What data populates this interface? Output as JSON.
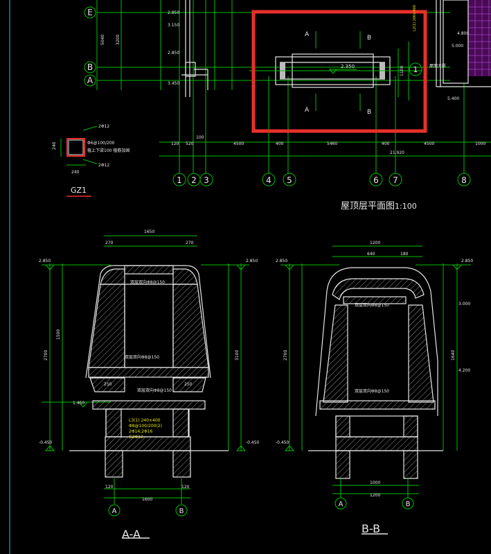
{
  "plan": {
    "title": "屋顶层平面图",
    "scale": "1:100",
    "grid_rows": [
      "E",
      "B",
      "A"
    ],
    "grid_cols": [
      "1",
      "2",
      "3",
      "4",
      "5",
      "6",
      "7",
      "8"
    ],
    "section_a": "A",
    "section_b": "B",
    "elev_roof": "2.350",
    "dim_total": "21.920",
    "dim_5460": "5460",
    "dim_4500": "4500",
    "dim_4500b": "4500",
    "dim_400a": "400",
    "dim_400b": "400",
    "dim_520": "520",
    "dim_120": "120",
    "dim_100": "100",
    "dim_1000": "1000",
    "dim_1100": "1100",
    "dim_5040": "5040",
    "dim_3200": "3200",
    "elev_left1": "2.850",
    "elev_left2": "3.150",
    "elev_left3": "2.850",
    "elev_left4": "3.450",
    "elev_right1": "5.000",
    "elev_right2": "5.400",
    "elev_right3": "4.800",
    "note_right": "屋面大样",
    "plan_col_note": "L2(1) 200×400"
  },
  "gz1": {
    "label": "GZ1",
    "top_bars": "2Φ12",
    "bottom_bars": "2Φ12",
    "stirrup": "Φ6@100/200",
    "note": "植上下梁100 植筋加固",
    "dim_w": "240",
    "dim_h": "240"
  },
  "section_aa": {
    "label": "A-A",
    "grid_left": "A",
    "grid_right": "B",
    "elev_top": "2.850",
    "elev_top_r": "2.850",
    "elev_bot": "-0.450",
    "elev_bot_r": "-0.450",
    "elev_mid": "1.450",
    "dim_top": "1650",
    "dim_top_a": "270",
    "dim_top_b": "270",
    "dim_bottom": "1600",
    "dim_bottom_a": "120",
    "dim_bottom_b": "120",
    "dim_h1": "2700",
    "dim_h2": "1500",
    "dim_h3": "3100",
    "slab1": "双层双向Φ8@150",
    "slab2": "双层双向Φ8@150",
    "slab3": "双层双向Φ8@150",
    "beam_note1": "L3(1) 240×400",
    "beam_note2": "Φ8@100/200(2)",
    "beam_note3": "2Φ14;2Φ16",
    "beam_note4": "G2Φ12",
    "dim_250a": "250",
    "dim_250b": "250"
  },
  "section_bb": {
    "label": "B-B",
    "grid_left": "A",
    "grid_right": "B",
    "elev_top": "2.850",
    "elev_top_r": "2.850",
    "elev_bot": "-0.450",
    "elev_r1": "3.000",
    "elev_r2": "4.200",
    "dim_top": "1200",
    "dim_top_a": "640",
    "dim_top_b": "180",
    "dim_bottom": "1200",
    "dim_bottom_a": "1000",
    "dim_h1": "2700",
    "dim_h2": "1640",
    "slab1": "双层双向Φ8@150",
    "slab2": "双层双向Φ8@150"
  },
  "highlight": {
    "color": "#e8302a"
  }
}
